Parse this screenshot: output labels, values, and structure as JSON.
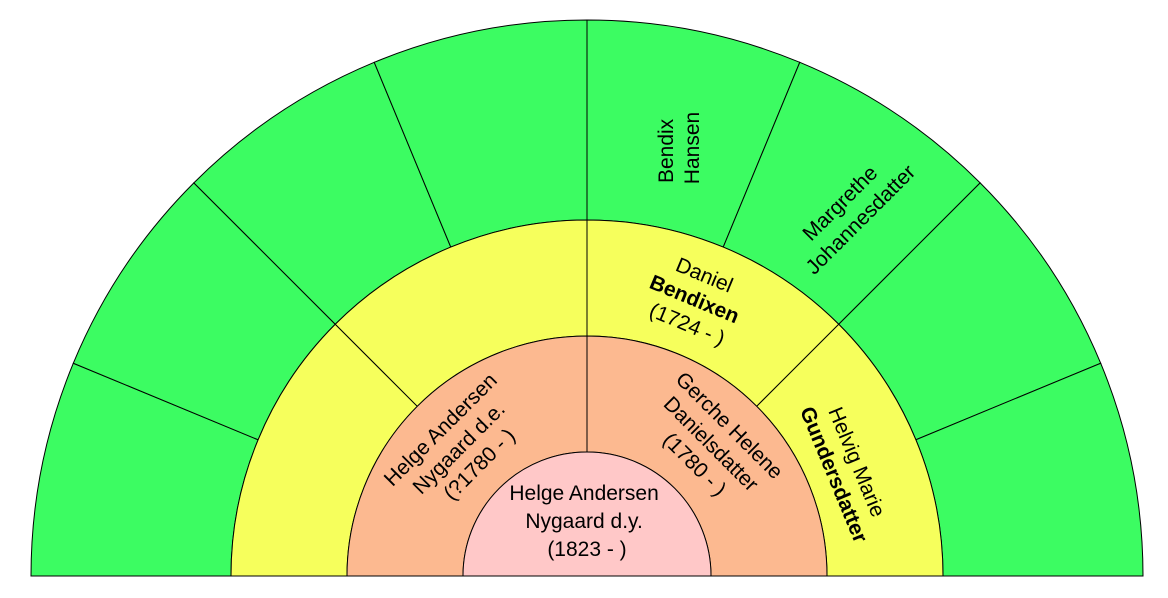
{
  "colors": {
    "root": "#ffc8c8",
    "generation1": "#fcb990",
    "generation2": "#f6ff5c",
    "generation3": "#3cfc62",
    "stroke": "#000000"
  },
  "root": {
    "line1": "Helge Andersen",
    "line2": "Nygaard d.y.",
    "line3": "(1823 - )"
  },
  "generation1": {
    "father": {
      "line1": "Helge Andersen",
      "line2": "Nygaard d.e.",
      "line3": "(?1780 - )"
    },
    "mother": {
      "line1": "Gerche Helene",
      "line2": "Danielsdatter",
      "line3": "(1780 - )"
    }
  },
  "generation2": {
    "paternal_grandfather": {},
    "paternal_grandmother": {},
    "maternal_grandfather": {
      "line1": "Daniel",
      "line2": "Bendixen",
      "line3": "(1724 - )"
    },
    "maternal_grandmother": {
      "line1": "Helvig Marie",
      "line2": "Gundersdatter"
    }
  },
  "generation3": {
    "slots": [
      {},
      {},
      {},
      {},
      {
        "line1": "Bendix",
        "line2": "Hansen"
      },
      {
        "line1": "Margrethe",
        "line2": "Johannesdatter"
      },
      {},
      {}
    ]
  }
}
